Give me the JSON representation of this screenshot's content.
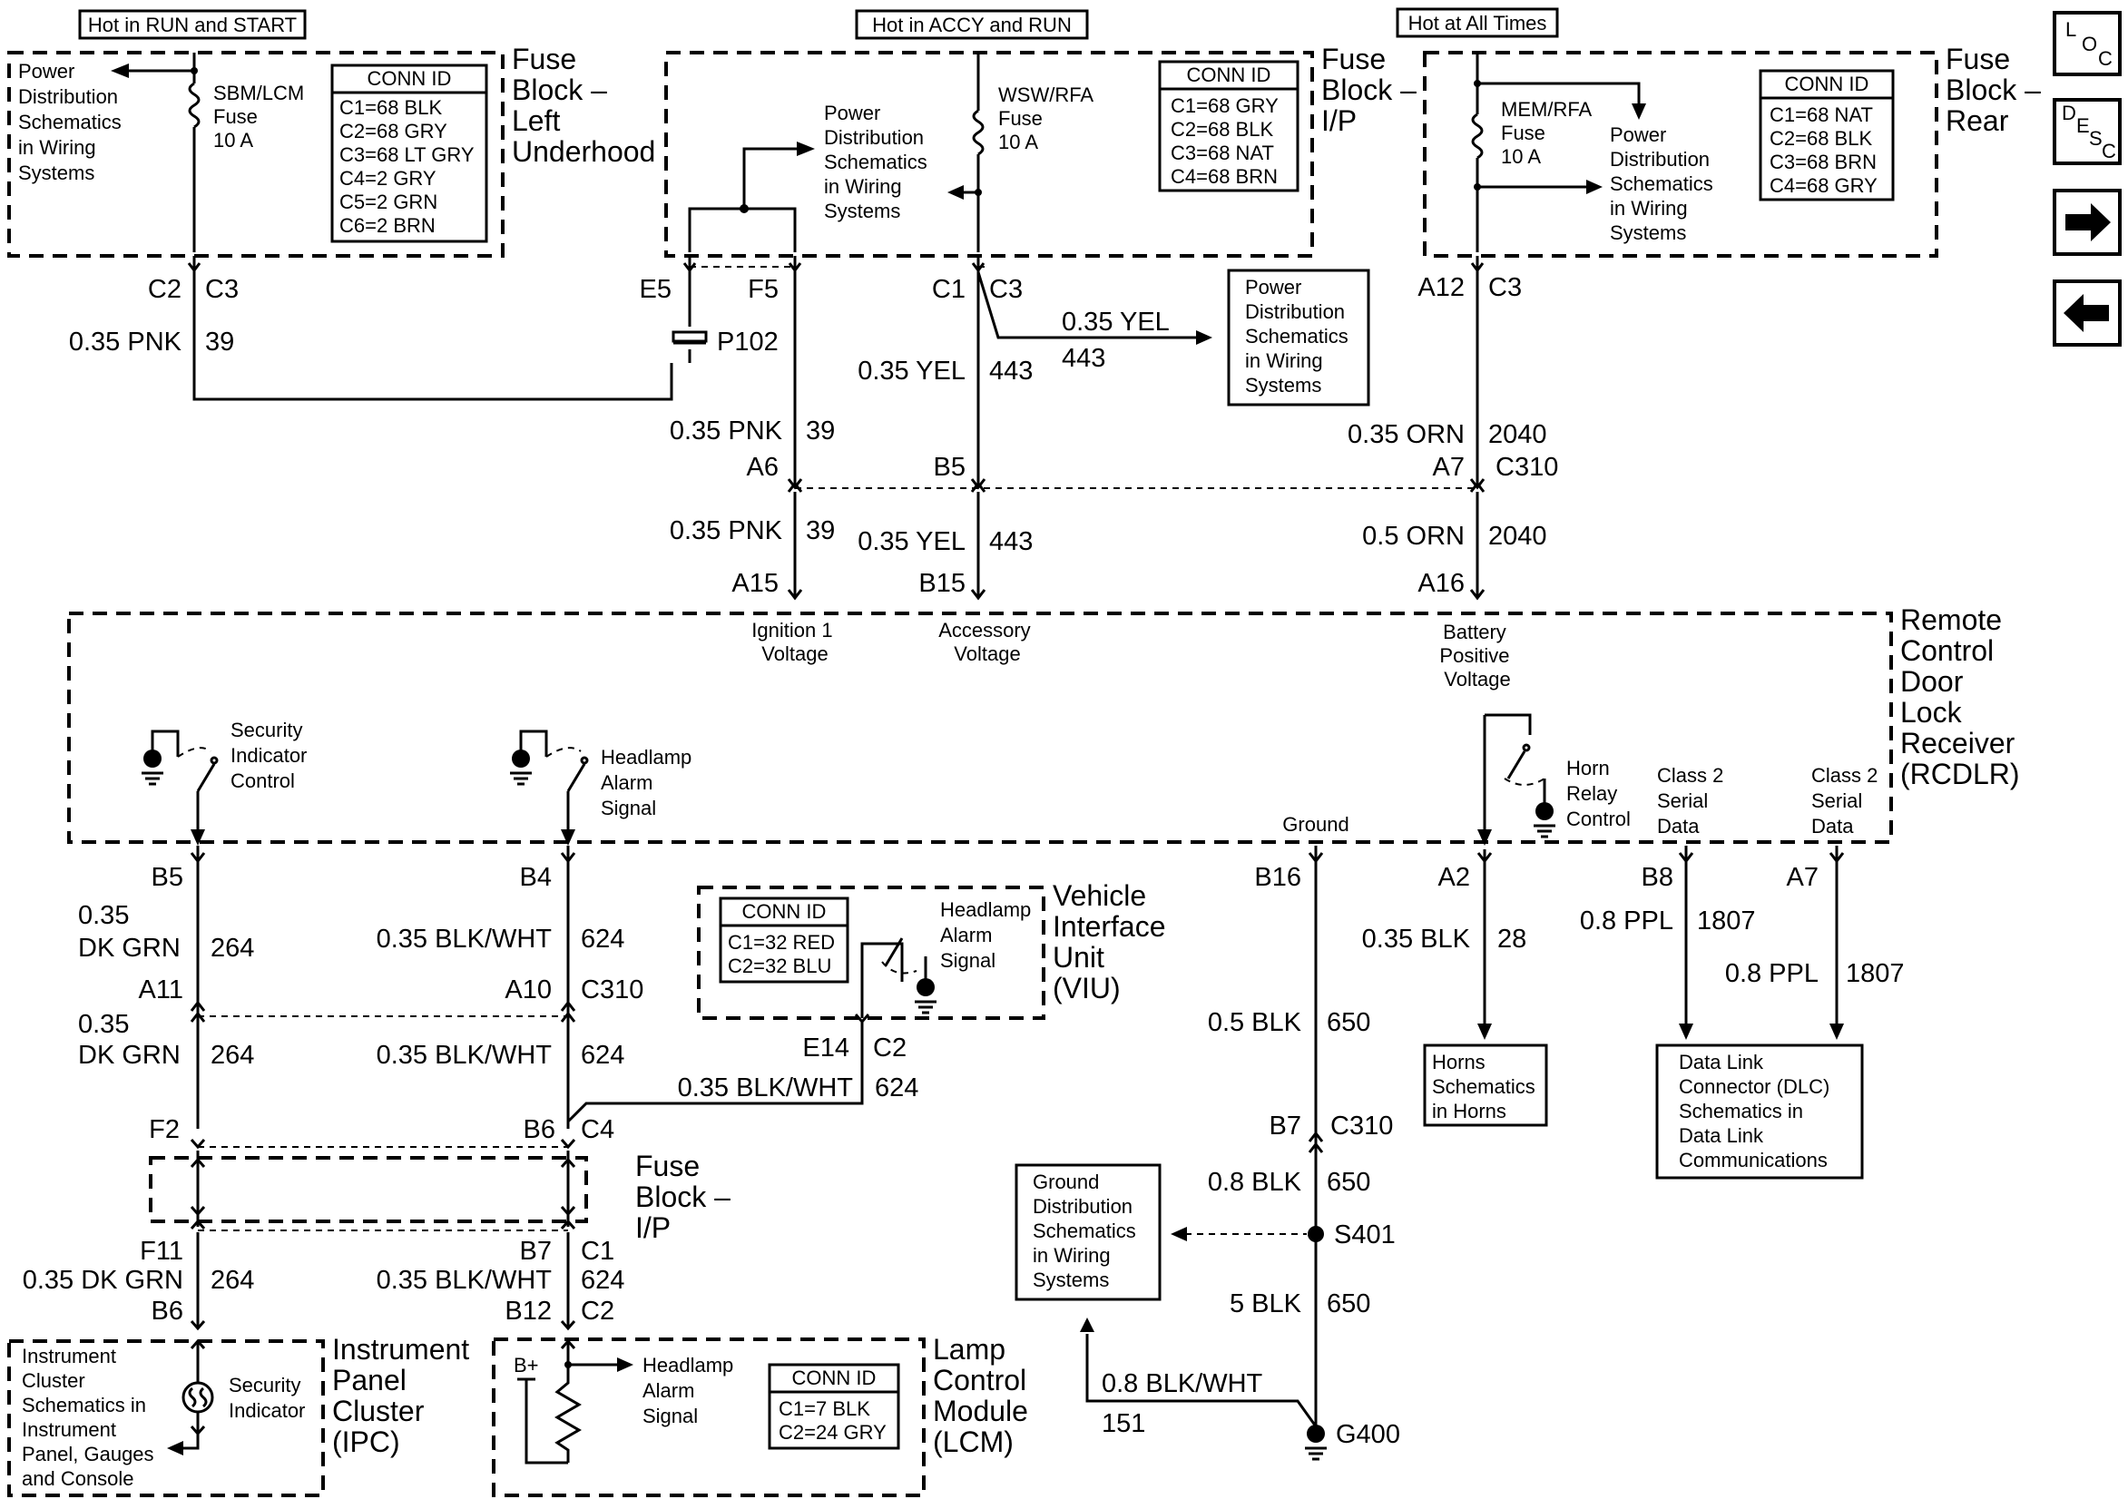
{
  "headers": {
    "run_start": "Hot in RUN and START",
    "accy_run": "Hot in ACCY and RUN",
    "all_times": "Hot at All Times"
  },
  "fuse_left": {
    "title": [
      "Fuse",
      "Block –",
      "Left",
      "Underhood"
    ],
    "fuse_label": [
      "SBM/LCM",
      "Fuse",
      "10 A"
    ],
    "power_ref": [
      "Power",
      "Distribution",
      "Schematics",
      "in Wiring",
      "Systems"
    ],
    "conn_title": "CONN ID",
    "conn": [
      "C1=68 BLK",
      "C2=68 GRY",
      "C3=68 LT GRY",
      "C4=2 GRY",
      "C5=2 GRN",
      "C6=2 BRN"
    ]
  },
  "fuse_ip": {
    "title": [
      "Fuse",
      "Block –",
      "I/P"
    ],
    "fuse_label": [
      "WSW/RFA",
      "Fuse",
      "10 A"
    ],
    "power_ref": [
      "Power",
      "Distribution",
      "Schematics",
      "in Wiring",
      "Systems"
    ],
    "conn_title": "CONN ID",
    "conn": [
      "C1=68 GRY",
      "C2=68 BLK",
      "C3=68 NAT",
      "C4=68 BRN"
    ]
  },
  "fuse_rear": {
    "title": [
      "Fuse",
      "Block –",
      "Rear"
    ],
    "fuse_label": [
      "MEM/RFA",
      "Fuse",
      "10 A"
    ],
    "power_ref": [
      "Power",
      "Distribution",
      "Schematics",
      "in Wiring",
      "Systems"
    ],
    "conn_title": "CONN ID",
    "conn": [
      "C1=68 NAT",
      "C2=68 BLK",
      "C3=68 BRN",
      "C4=68 GRY"
    ]
  },
  "power_ref_mid": [
    "Power",
    "Distribution",
    "Schematics",
    "in Wiring",
    "Systems"
  ],
  "top_wiring": {
    "c2": "C2",
    "c3a": "C3",
    "pnk1": "0.35 PNK",
    "n39a": "39",
    "e5": "E5",
    "f5": "F5",
    "p102": "P102",
    "c1": "C1",
    "c3b": "C3",
    "yel_branch": "0.35 YEL",
    "n443_branch": "443",
    "yel1": "0.35 YEL",
    "n443a": "443",
    "a12": "A12",
    "c3c": "C3",
    "pnk2": "0.35 PNK",
    "n39b": "39",
    "orn1": "0.35 ORN",
    "n2040a": "2040",
    "a6": "A6",
    "b5": "B5",
    "a7": "A7",
    "c310": "C310",
    "pnk3": "0.35 PNK",
    "n39c": "39",
    "yel2": "0.35 YEL",
    "n443b": "443",
    "orn2": "0.5 ORN",
    "n2040b": "2040",
    "a15": "A15",
    "b15": "B15",
    "a16": "A16"
  },
  "rcdlr": {
    "title": [
      "Remote",
      "Control",
      "Door",
      "Lock",
      "Receiver",
      "(RCDLR)"
    ],
    "ign": [
      "Ignition 1",
      "Voltage"
    ],
    "acc": [
      "Accessory",
      "Voltage"
    ],
    "bat": [
      "Battery",
      "Positive",
      "Voltage"
    ],
    "sec": [
      "Security",
      "Indicator",
      "Control"
    ],
    "head": [
      "Headlamp",
      "Alarm",
      "Signal"
    ],
    "horn": [
      "Horn",
      "Relay",
      "Control"
    ],
    "ground": "Ground",
    "class2a": [
      "Class 2",
      "Serial",
      "Data"
    ],
    "class2b": [
      "Class 2",
      "Serial",
      "Data"
    ]
  },
  "lower_wiring": {
    "b5": "B5",
    "b4": "B4",
    "b16": "B16",
    "a2": "A2",
    "b8": "B8",
    "a7": "A7",
    "dkgrn1a": "0.35",
    "dkgrn1b": "DK GRN",
    "n264a": "264",
    "blkwht1": "0.35 BLK/WHT",
    "n624a": "624",
    "a11": "A11",
    "a10": "A10",
    "c310a": "C310",
    "dkgrn2a": "0.35",
    "dkgrn2b": "DK GRN",
    "n264b": "264",
    "blkwht2": "0.35 BLK/WHT",
    "n624b": "624",
    "e14": "E14",
    "c2a": "C2",
    "blkwht3": "0.35 BLK/WHT",
    "n624c": "624",
    "f2": "F2",
    "b6a": "B6",
    "c4": "C4",
    "f11": "F11",
    "b7a": "B7",
    "c1a": "C1",
    "dkgrn3": "0.35 DK GRN",
    "n264c": "264",
    "blkwht4": "0.35 BLK/WHT",
    "n624d": "624",
    "b6b": "B6",
    "b12": "B12",
    "c2b": "C2",
    "blk1": "0.35 BLK",
    "n28": "28",
    "ppl1": "0.8 PPL",
    "n1807a": "1807",
    "ppl2": "0.8 PPL",
    "n1807b": "1807",
    "blk2": "0.5 BLK",
    "n650a": "650",
    "b7b": "B7",
    "c310b": "C310",
    "blk3": "0.8 BLK",
    "n650b": "650",
    "s401": "S401",
    "blk4": "5 BLK",
    "n650c": "650",
    "blkwht5": "0.8 BLK/WHT",
    "n151": "151",
    "g400": "G400"
  },
  "viu": {
    "title": [
      "Vehicle",
      "Interface",
      "Unit",
      "(VIU)"
    ],
    "conn_title": "CONN ID",
    "conn": [
      "C1=32 RED",
      "C2=32 BLU"
    ],
    "signal": [
      "Headlamp",
      "Alarm",
      "Signal"
    ]
  },
  "fuse_ip_lower": {
    "title": [
      "Fuse",
      "Block –",
      "I/P"
    ]
  },
  "ipc": {
    "title": [
      "Instrument",
      "Panel",
      "Cluster",
      "(IPC)"
    ],
    "ref": [
      "Instrument",
      "Cluster",
      "Schematics in",
      "Instrument",
      "Panel, Gauges",
      "and Console"
    ],
    "sec": [
      "Security",
      "Indicator"
    ]
  },
  "lcm": {
    "title": [
      "Lamp",
      "Control",
      "Module",
      "(LCM)"
    ],
    "bplus": "B+",
    "signal": [
      "Headlamp",
      "Alarm",
      "Signal"
    ],
    "conn_title": "CONN ID",
    "conn": [
      "C1=7 BLK",
      "C2=24 GRY"
    ]
  },
  "refs": {
    "horns": [
      "Horns",
      "Schematics",
      "in Horns"
    ],
    "dlc": [
      "Data Link",
      "Connector (DLC)",
      "Schematics in",
      "Data Link",
      "Communications"
    ],
    "ground": [
      "Ground",
      "Distribution",
      "Schematics",
      "in Wiring",
      "Systems"
    ]
  },
  "nav": {
    "loc": [
      "L",
      "O",
      "C"
    ],
    "desc": [
      "D",
      "E",
      "S",
      "C"
    ],
    "next": "right-arrow-icon",
    "prev": "left-arrow-icon"
  }
}
